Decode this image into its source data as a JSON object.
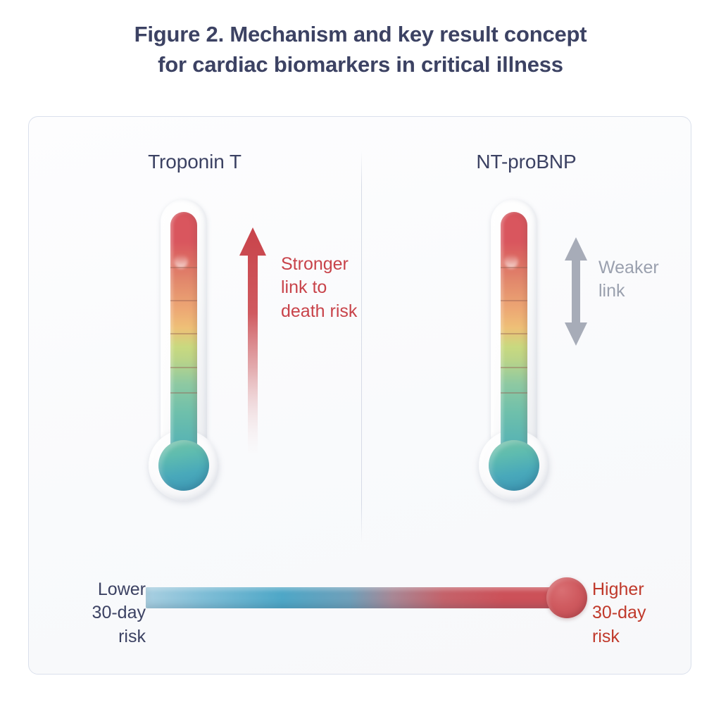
{
  "figure": {
    "title_line_1": "Figure 2. Mechanism and key result concept",
    "title_line_2": "for cardiac biomarkers in critical illness",
    "title_color": "#3c4263"
  },
  "panels": [
    {
      "id": "troponin",
      "label": "Troponin T",
      "annotation": "Stronger\nlink to\ndeath risk",
      "annotation_color": "#c8434a",
      "arrow_icon": "arrow-up-icon",
      "arrow_color": "#c8434a"
    },
    {
      "id": "ntprobnp",
      "label": "NT-proBNP",
      "annotation": "Weaker\nlink",
      "annotation_color": "#9aa0ae",
      "arrow_icon": "arrow-up-down-icon",
      "arrow_color": "#9aa0ae"
    }
  ],
  "thermometer": {
    "gradient_stops": [
      "#d9565e",
      "#e2896c",
      "#eec077",
      "#c9d97f",
      "#8ec9a2",
      "#57b3b4"
    ],
    "bulb_gradient_stops": [
      "#74c2a6",
      "#49a9ba",
      "#3d97b6"
    ],
    "tick_count": 5,
    "casing_color": "#ffffff"
  },
  "risk_scale": {
    "low_label": "Lower\n30-day\nrisk",
    "low_label_color": "#3c4263",
    "high_label": "Higher\n30-day\nrisk",
    "high_label_color": "#c0392b",
    "bar_gradient_start": "#a9cfe1",
    "bar_gradient_end": "#cc5158",
    "knob_color": "#cf5a5f"
  },
  "chart_data": {
    "type": "bar",
    "title": "Figure 2. Mechanism and key result concept for cardiac biomarkers in critical illness",
    "categories": [
      "Troponin T",
      "NT-proBNP"
    ],
    "values": [
      100,
      100
    ],
    "value_labels": [
      "Stronger link to death risk",
      "Weaker link"
    ],
    "xlabel": "",
    "ylabel": "30-day risk",
    "ylim": [
      0,
      100
    ],
    "grid": false,
    "legend": "none",
    "scale_axis": {
      "low": "Lower 30-day risk",
      "high": "Higher 30-day risk",
      "marker_position_percent": 100
    }
  }
}
